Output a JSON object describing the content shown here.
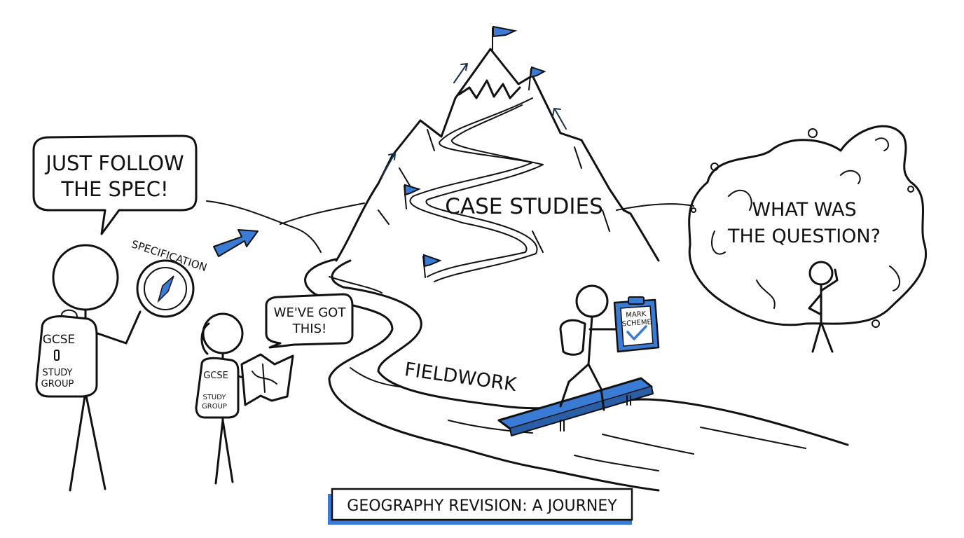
{
  "speech": {
    "follow_spec": [
      "JUST FOLLOW",
      "THE SPEC!"
    ],
    "got_this": [
      "WE'VE GOT",
      "THIS!"
    ]
  },
  "thought": {
    "question": [
      "WHAT WAS",
      "THE QUESTION?"
    ]
  },
  "labels": {
    "compass": "SPECIFICATION",
    "mountain": "CASE STUDIES",
    "river": "FIELDWORK",
    "clipboard": [
      "MARK",
      "SCHEME"
    ],
    "backpack_big": [
      "GCSE",
      "STUDY",
      "GROUP"
    ],
    "backpack_small": [
      "GCSE",
      "STUDY",
      "GROUP"
    ]
  },
  "caption": "GEOGRAPHY REVISION: A JOURNEY",
  "colors": {
    "accent": "#3a7bd5",
    "ink": "#111111",
    "paper": "#ffffff"
  },
  "icons": [
    "compass-icon",
    "flag-icon",
    "arrow-icon",
    "checkmark-icon",
    "map-icon",
    "bridge-icon"
  ]
}
